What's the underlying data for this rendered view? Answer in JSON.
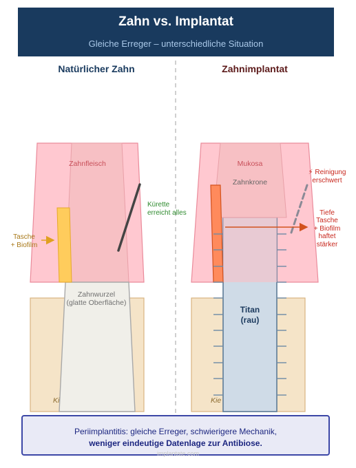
{
  "header": {
    "title": "Zahn vs. Implantat",
    "subtitle": "Gleiche Erreger – unterschiedliche Situation"
  },
  "left": {
    "heading": "Natürlicher Zahn",
    "gum_label": "Zahnfleisch",
    "root_label_1": "Zahnwurzel",
    "root_label_2": "(glatte Oberfläche)",
    "bone_label": "Ki",
    "pocket_label_1": "Tasche",
    "pocket_label_2": "+ Biofilm",
    "curette_label_1": "Kürette",
    "curette_label_2": "erreicht alles"
  },
  "right": {
    "heading": "Zahnimplantat",
    "mucosa_label": "Mukosa",
    "crown_label": "Zahnkrone",
    "implant_label_1": "Titan",
    "implant_label_2": "(rau)",
    "bone_label": "Kie",
    "cleaning_label_1": "⚡ Reinigung",
    "cleaning_label_2": "erschwert",
    "pocket_label_1": "Tiefe",
    "pocket_label_2": "Tasche",
    "pocket_label_3": "+ Biofilm",
    "pocket_label_4": "haftet",
    "pocket_label_5": "stärker"
  },
  "footer": {
    "line1": "Periimplantitis: gleiche Erreger, schwierigere Mechanik,",
    "line2": "weniger eindeutige Datenlage zur Antibiose."
  },
  "credit": "implantate.com",
  "colors": {
    "header_bg": "#193a5e",
    "gum": "#ffc8d0",
    "bone": "#f5e4c8",
    "root": "#f0efe9",
    "implant": "#cfdbe7",
    "pocket_left": "#ffcc5c",
    "pocket_right": "#ff8a5c",
    "arrow_right": "#d2521e"
  }
}
